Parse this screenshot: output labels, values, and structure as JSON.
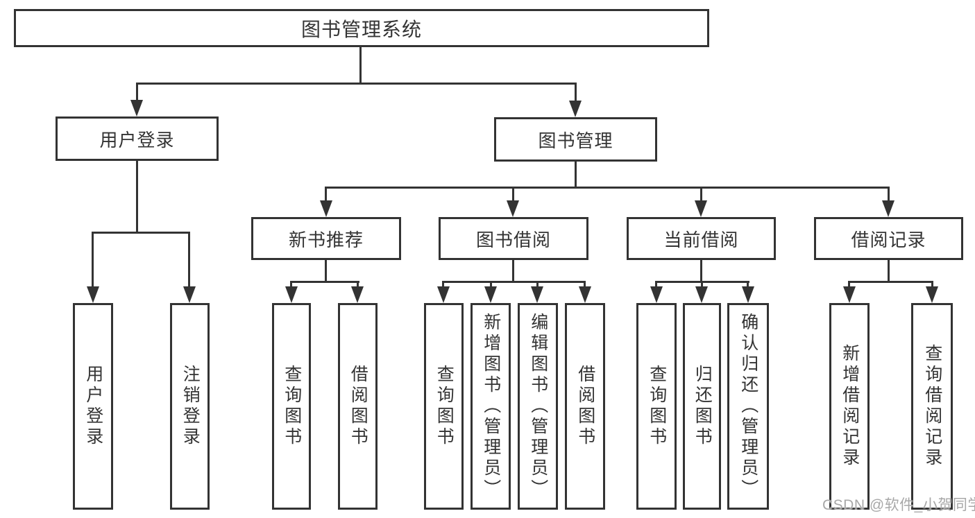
{
  "root": {
    "label": "图书管理系统"
  },
  "level2": {
    "user_login": {
      "label": "用户登录"
    },
    "book_management": {
      "label": "图书管理"
    }
  },
  "level3": {
    "new_book_recommend": {
      "label": "新书推荐"
    },
    "book_borrowing": {
      "label": "图书借阅"
    },
    "current_borrowing": {
      "label": "当前借阅"
    },
    "borrowing_records": {
      "label": "借阅记录"
    }
  },
  "leaves": {
    "user_login": [
      {
        "label": "用户登录"
      },
      {
        "label": "注销登录"
      }
    ],
    "new_book_recommend": [
      {
        "label": "查询图书"
      },
      {
        "label": "借阅图书"
      }
    ],
    "book_borrowing": [
      {
        "label": "查询图书"
      },
      {
        "label": "新增图书（管理员）"
      },
      {
        "label": "编辑图书（管理员）"
      },
      {
        "label": "借阅图书"
      }
    ],
    "current_borrowing": [
      {
        "label": "查询图书"
      },
      {
        "label": "归还图书"
      },
      {
        "label": "确认归还（管理员）"
      }
    ],
    "borrowing_records": [
      {
        "label": "新增借阅记录"
      },
      {
        "label": "查询借阅记录"
      }
    ]
  },
  "watermark": {
    "text": "CSDN @软件_小贺同学"
  },
  "colors": {
    "line": "#333333",
    "border": "#333333",
    "text": "#333333",
    "background": "#ffffff",
    "watermark": "#a8a8a8"
  }
}
